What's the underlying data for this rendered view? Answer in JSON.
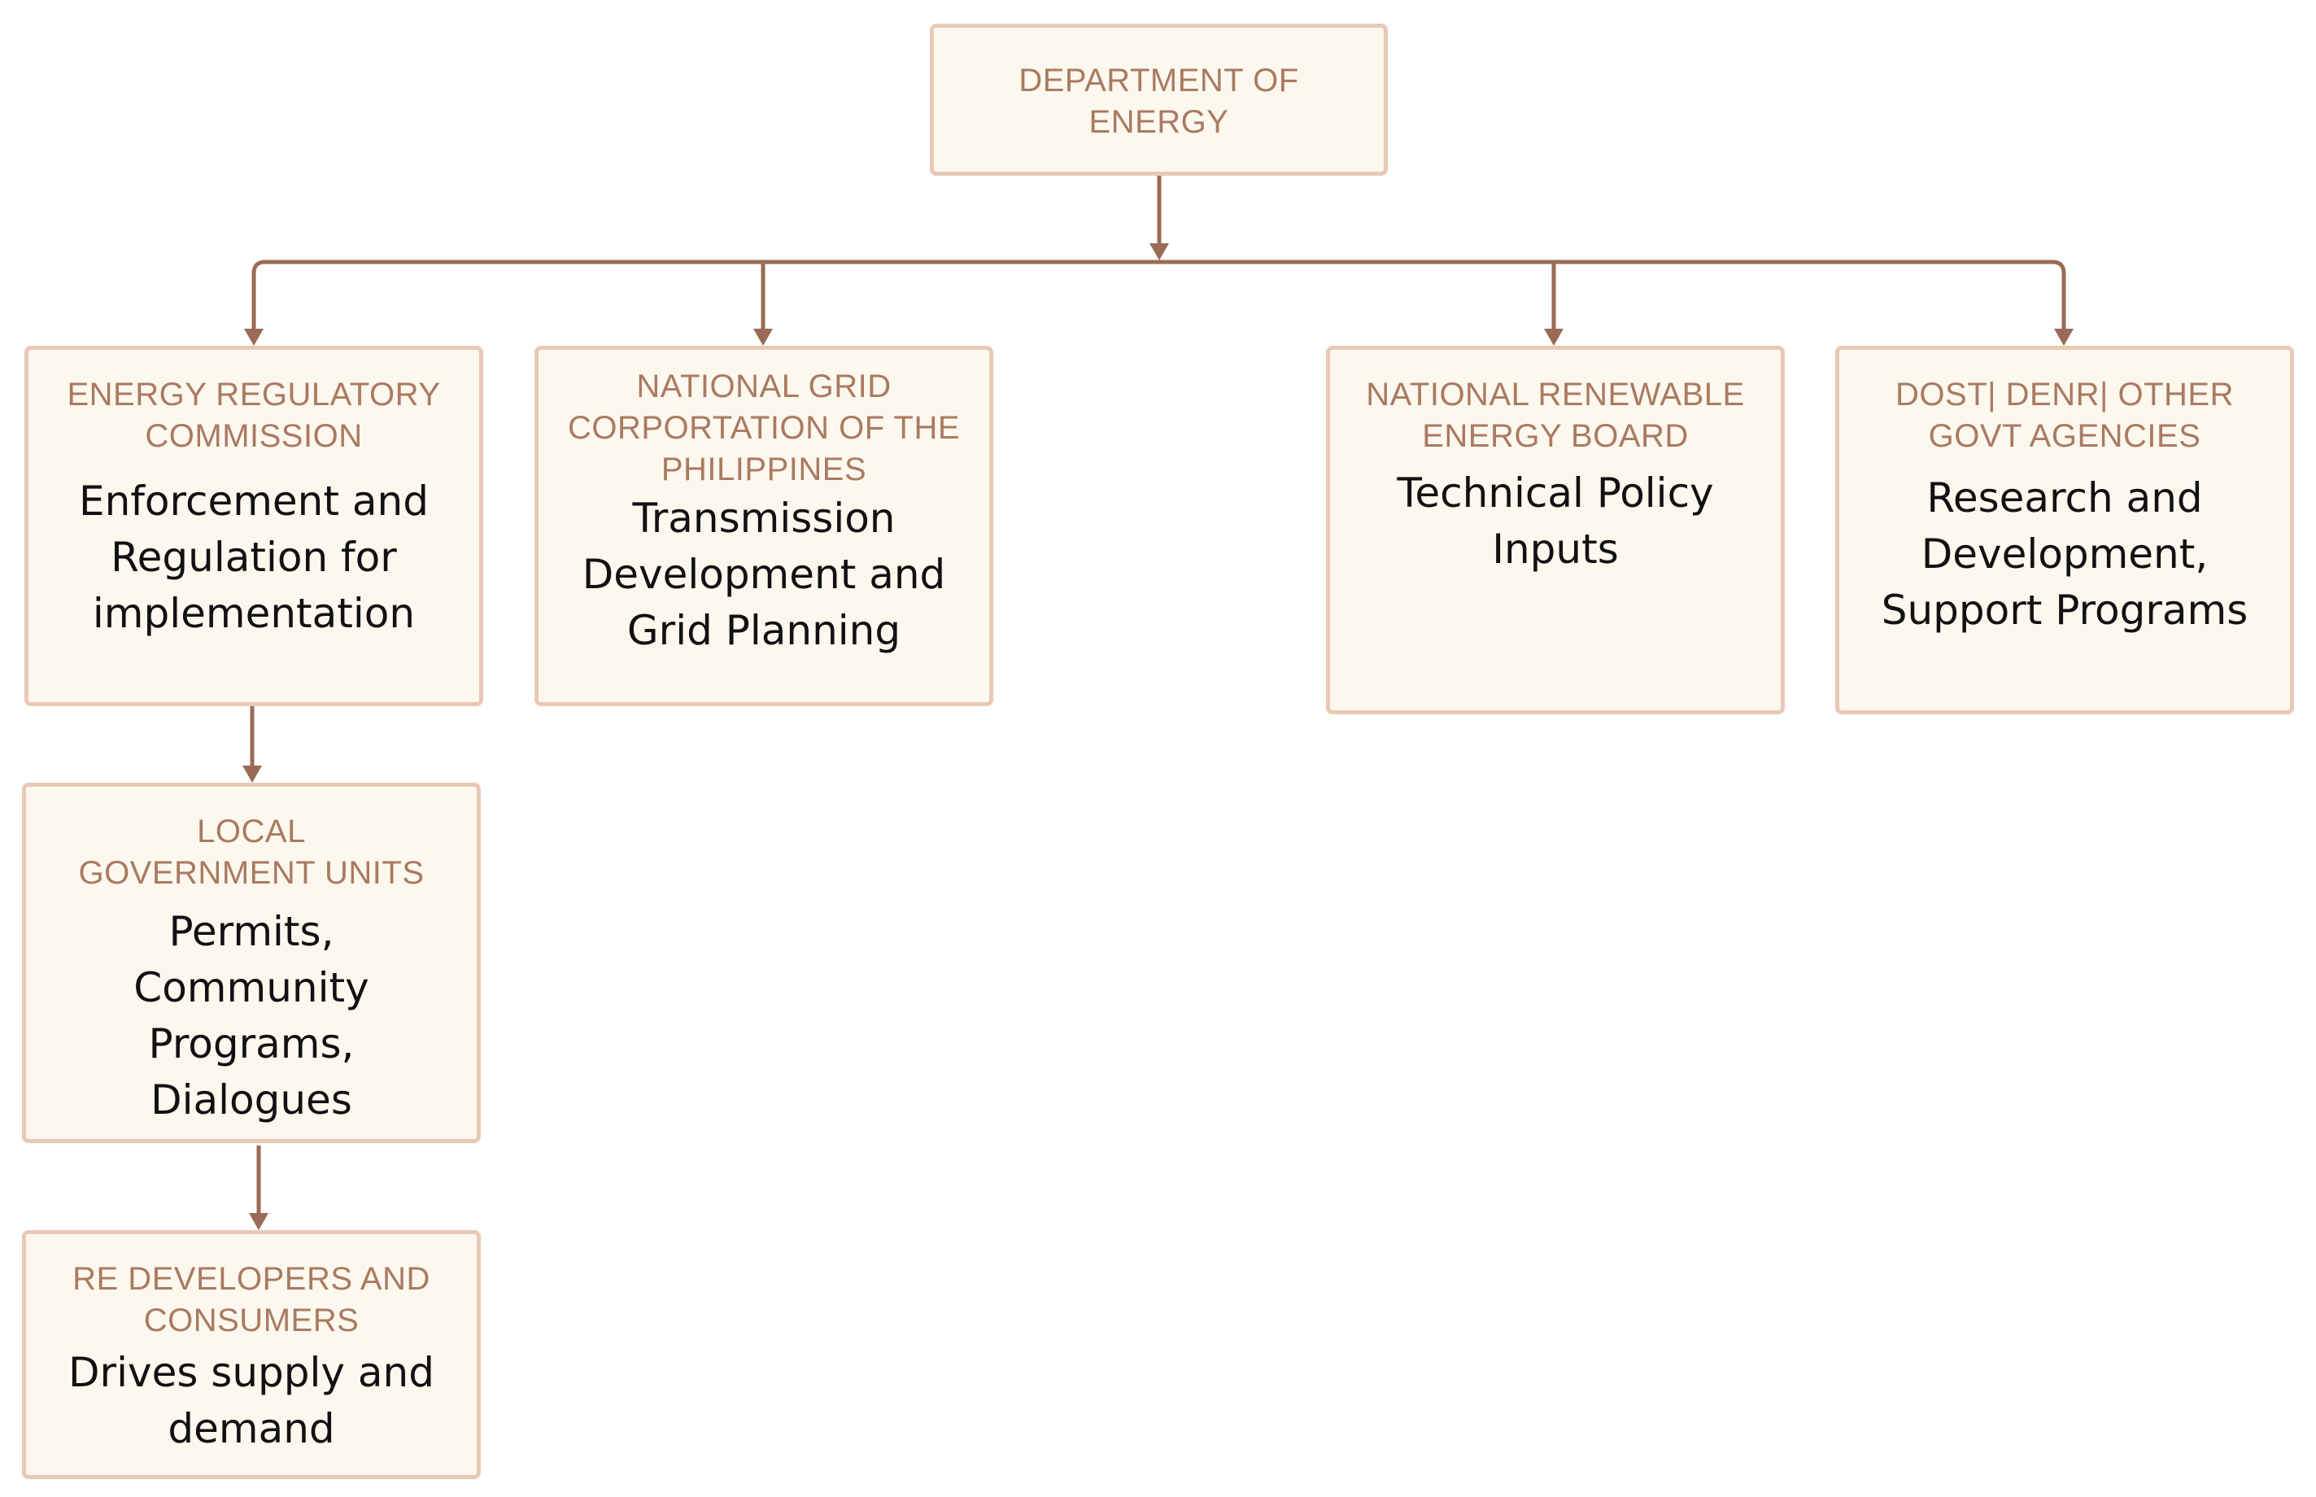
{
  "nodes": {
    "doe": {
      "title": "DEPARTMENT OF ENERGY"
    },
    "erc": {
      "title": "ENERGY REGULATORY COMMISSION",
      "description": "Enforcement and Regulation for implementation"
    },
    "ngcp": {
      "title": "NATIONAL GRID CORPORTATION OF THE PHILIPPINES",
      "description": "Transmission Development and Grid Planning"
    },
    "nreb": {
      "title": "NATIONAL RENEWABLE ENERGY BOARD",
      "description": "Technical Policy Inputs"
    },
    "dost": {
      "title": "DOST| DENR| OTHER GOVT AGENCIES",
      "description": "Research and Development, Support Programs"
    },
    "lgu": {
      "title": "LOCAL GOVERNMENT UNITS",
      "description": "Permits, Community Programs, Dialogues"
    },
    "re": {
      "title": "RE DEVELOPERS AND CONSUMERS",
      "description": "Drives supply and demand"
    }
  },
  "colors": {
    "node_fill": "#fdf8ee",
    "node_border": "#e8c9b6",
    "title_text": "#a97a62",
    "description_text": "#111111",
    "connector": "#9a6b56"
  }
}
